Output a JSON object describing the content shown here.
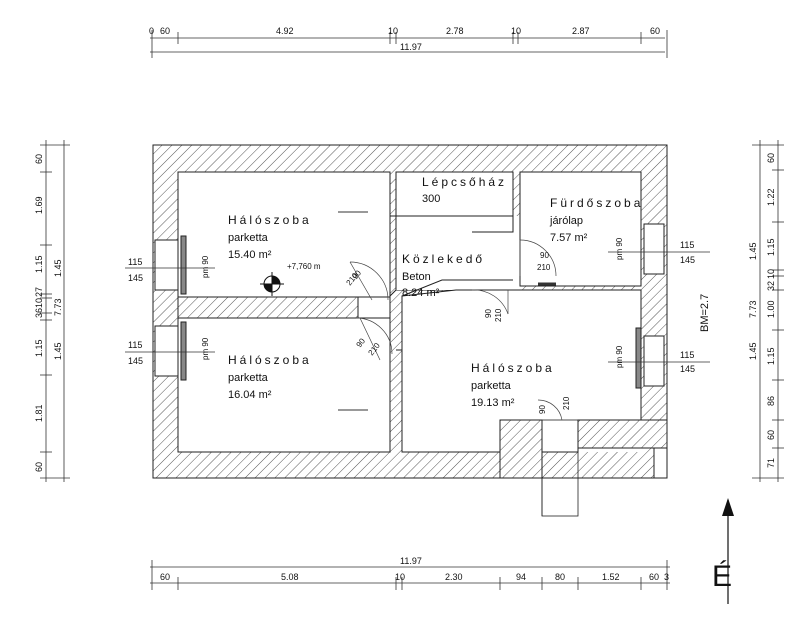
{
  "top_dims": {
    "segments": [
      "0",
      "60",
      "4.92",
      "10",
      "2.78",
      "10",
      "2.87",
      "60"
    ],
    "total": "11.97"
  },
  "bottom_dims": {
    "total": "11.97",
    "segments": [
      "60",
      "5.08",
      "10",
      "2.30",
      "94",
      "80",
      "1.52",
      "60",
      "3"
    ]
  },
  "left_dims": {
    "outer": [
      "60",
      "1.69",
      "1.15",
      "27",
      "10",
      "36",
      "1.15",
      "1.81",
      "60"
    ],
    "inner": [
      "1.45",
      "1.45"
    ],
    "total": "7.73"
  },
  "right_dims": {
    "outer": [
      "60",
      "1.22",
      "1.15",
      "10",
      "32",
      "1.00",
      "1.15",
      "86",
      "60",
      "71"
    ],
    "inner": [
      "1.45",
      "1.45"
    ],
    "total": "7.73",
    "height_label": "BM=2.7"
  },
  "rooms": [
    {
      "name": "Hálószoba",
      "floor": "parketta",
      "area": "15.40 m²"
    },
    {
      "name": "Lépcsőház",
      "floor": "300",
      "area": ""
    },
    {
      "name": "Fürdőszoba",
      "floor": "járólap",
      "area": "7.57 m²"
    },
    {
      "name": "Közlekedő",
      "floor": "Beton",
      "area": "8.24 m²"
    },
    {
      "name": "Hálószoba",
      "floor": "parketta",
      "area": "16.04 m²"
    },
    {
      "name": "Hálószoba",
      "floor": "parketta",
      "area": "19.13 m²"
    }
  ],
  "level_mark": "+7,760 m",
  "windows": {
    "w115": "115",
    "w145": "145",
    "pm": "pm 90"
  },
  "doors": {
    "d90": "90",
    "d210": "210"
  },
  "north": "É"
}
